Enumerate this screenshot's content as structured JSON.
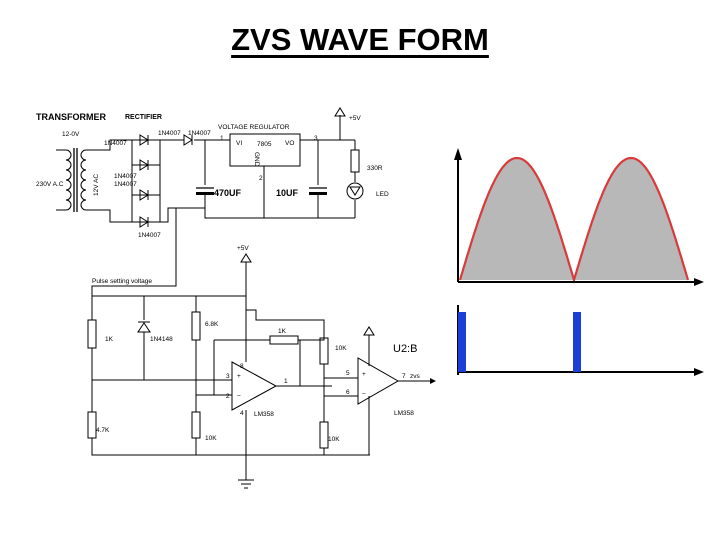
{
  "title": "ZVS WAVE FORM",
  "schematic": {
    "labels": {
      "transformer": "TRANSFORMER",
      "rectifier": "RECTIFIER",
      "secondary_v": "12-0V",
      "ac_in": "230V A.C",
      "sec_ac": "12V AC",
      "d1": "1N4007",
      "d2": "1N4007",
      "d3": "1N4007",
      "d4": "1N4007",
      "d5": "1N4007",
      "d6": "1N4007",
      "voltage_regulator": "VOLTAGE REGULATOR",
      "reg_part": "7805",
      "reg_vi": "VI",
      "reg_vo": "VO",
      "reg_gnd": "GND",
      "pin1": "1",
      "pin2": "2",
      "pin3": "3",
      "vcc_top": "+5V",
      "r_led": "330R",
      "led": "LED",
      "c1": "470UF",
      "c2": "10UF",
      "vcc_mid": "+5V",
      "pulse": "Pulse setting voltage",
      "r1k": "1K",
      "diode_sig": "1N4148",
      "r68k": "6.8K",
      "r1k_fb": "1K",
      "r10k_a": "10K",
      "r47k": "4.7K",
      "r10k_b": "10K",
      "r10k_c": "10K",
      "opamp1": "LM358",
      "opamp2_name": "U2:B",
      "opamp2": "LM358",
      "p3": "3",
      "p2": "2",
      "p1": "1",
      "p8": "8",
      "p4": "4",
      "p5": "5",
      "p6": "6",
      "p7": "7",
      "zvs": "zvs"
    }
  },
  "waveform": {
    "top_trace": {
      "type": "full-wave rectified sine",
      "half_cycles": 2,
      "curve_color": "#d93a3a",
      "fill_color": "#b8b8b8"
    },
    "bottom_trace": {
      "type": "zero-crossing pulses",
      "pulses": 2,
      "pulse_color": "#1c3fd6"
    }
  }
}
